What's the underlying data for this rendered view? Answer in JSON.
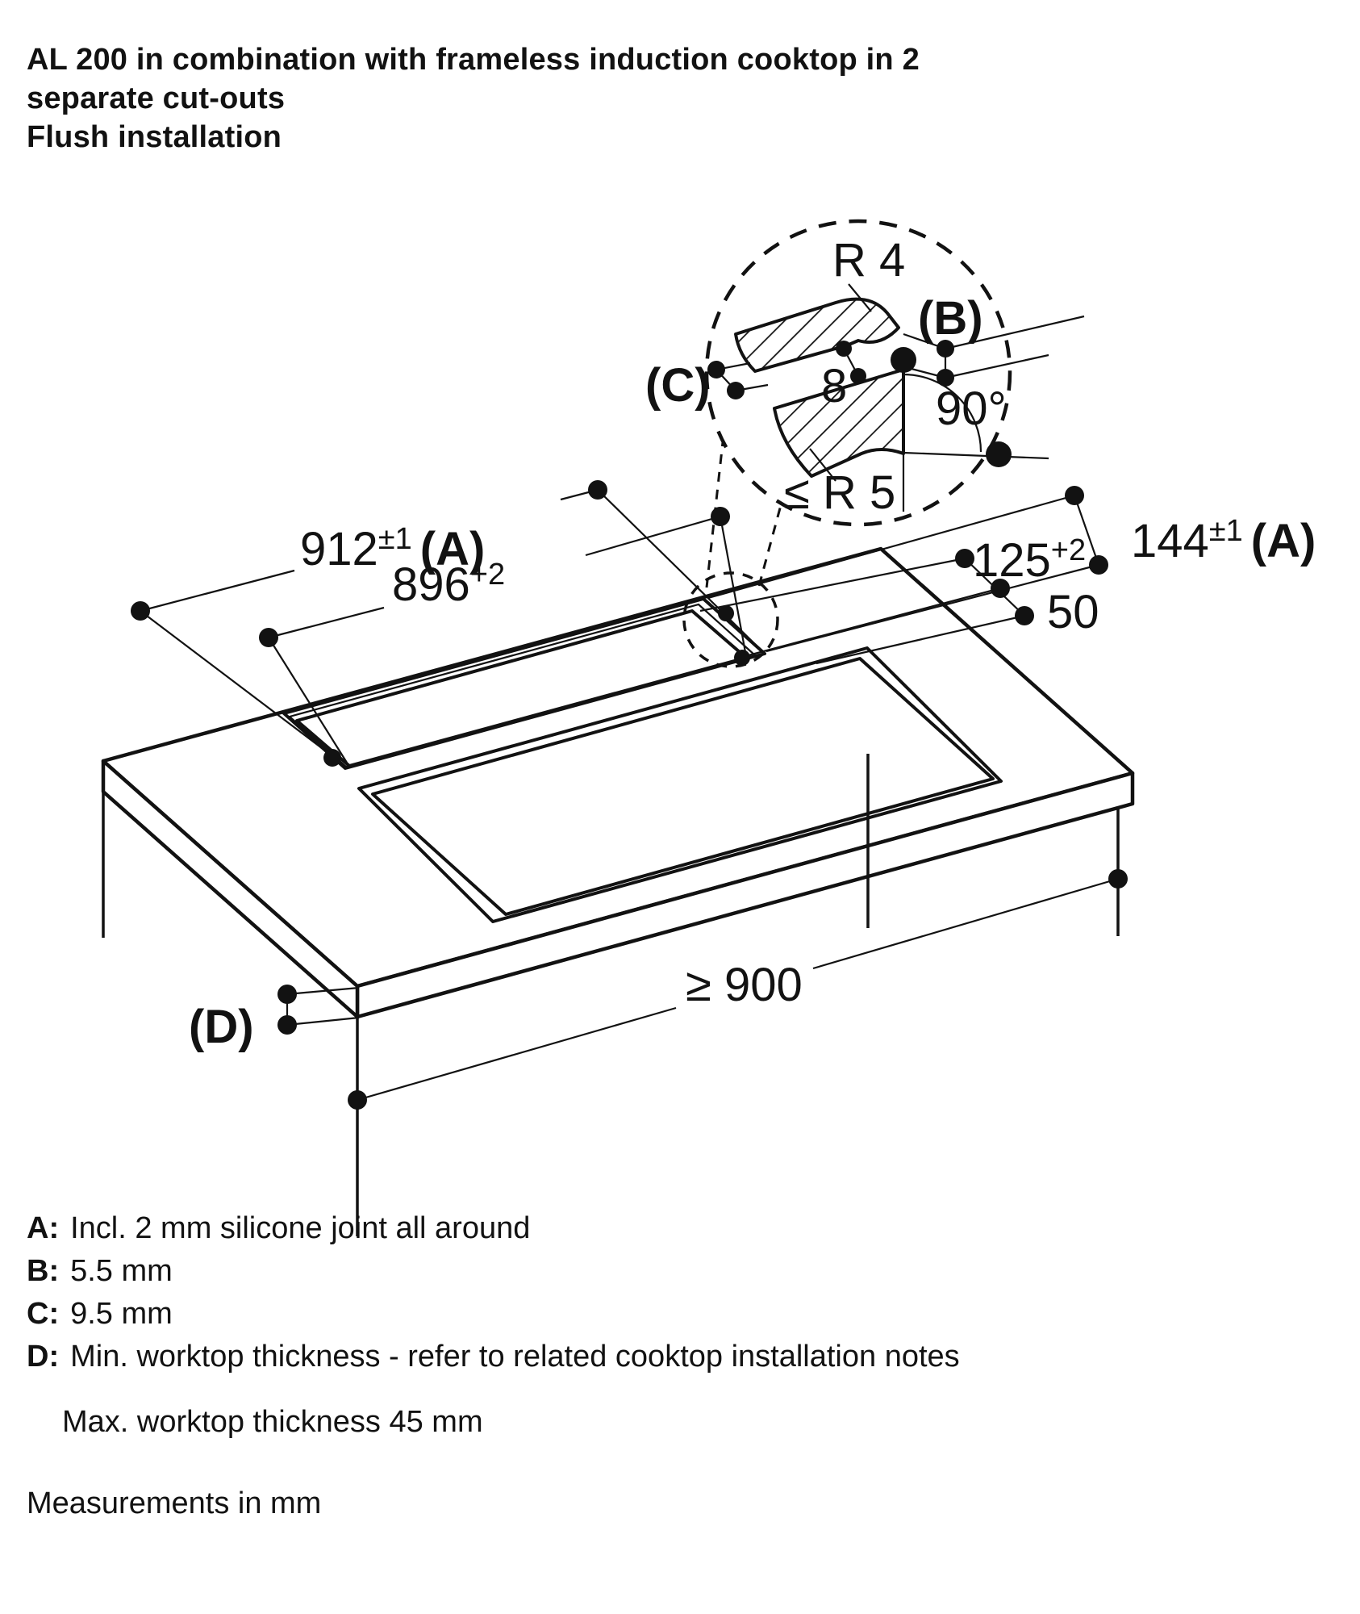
{
  "title": {
    "line1": "AL 200 in combination with frameless induction cooktop in 2",
    "line2": "separate cut-outs",
    "line3": "Flush installation"
  },
  "dims": {
    "width_outer": {
      "value": "912",
      "tol": "±1",
      "ref": "(A)"
    },
    "width_inner": {
      "value": "896",
      "tol": "+2"
    },
    "depth_outer": {
      "value": "144",
      "tol": "±1",
      "ref": "(A)"
    },
    "depth_inner": {
      "value": "125",
      "tol": "+2"
    },
    "gap": {
      "value": "50"
    },
    "min_cabinet_width": {
      "value": "≥ 900"
    },
    "worktop_thickness": {
      "label": "(D)"
    }
  },
  "detail": {
    "radius_top": "R 4",
    "point_b": "(B)",
    "point_c": "(C)",
    "step_depth": "8",
    "angle": "90°",
    "radius_bottom": "≤ R 5"
  },
  "legend": {
    "items": [
      {
        "key": "A:",
        "text": "Incl. 2 mm silicone joint all around"
      },
      {
        "key": "B:",
        "text": "5.5 mm"
      },
      {
        "key": "C:",
        "text": "9.5 mm"
      },
      {
        "key": "D:",
        "text": "Min. worktop thickness - refer to related cooktop installation notes"
      }
    ],
    "note": "Max. worktop thickness 45 mm",
    "footer": "Measurements in mm"
  },
  "colors": {
    "ink": "#121212",
    "background": "#ffffff"
  }
}
